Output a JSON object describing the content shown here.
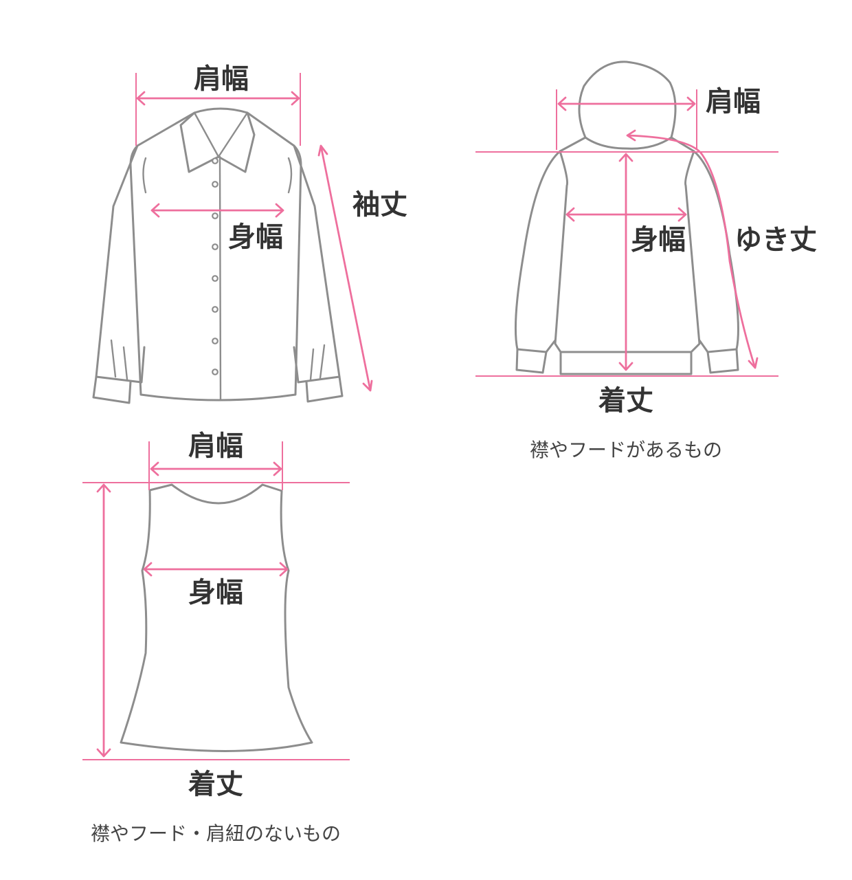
{
  "shirt": {
    "shoulder_width": "肩幅",
    "body_width": "身幅",
    "sleeve_length": "袖丈"
  },
  "hoodie": {
    "shoulder_width": "肩幅",
    "body_width": "身幅",
    "yuki_length": "ゆき丈",
    "total_length": "着丈",
    "caption": "襟やフードがあるもの"
  },
  "tank": {
    "shoulder_width": "肩幅",
    "body_width": "身幅",
    "total_length": "着丈",
    "caption": "襟やフード・肩紐のないもの"
  },
  "colors": {
    "measure_line": "#ee6f9d",
    "garment_outline": "#8d8d8d",
    "label_text": "#333333"
  }
}
